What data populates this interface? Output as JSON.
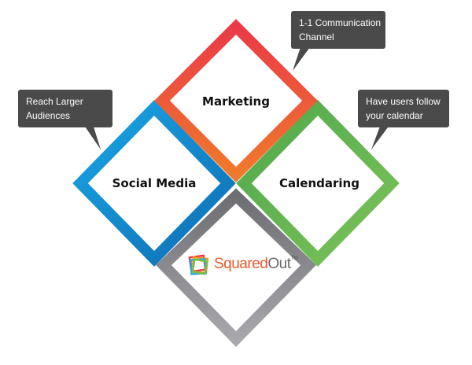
{
  "diagram": {
    "nodes": [
      {
        "id": "marketing",
        "label": "Marketing",
        "colors": [
          "#ea3a47",
          "#f07a2c"
        ]
      },
      {
        "id": "social",
        "label": "Social Media",
        "colors": [
          "#1aa6e4",
          "#0f6db4"
        ]
      },
      {
        "id": "calendaring",
        "label": "Calendaring",
        "colors": [
          "#7cc35a",
          "#4fa84b"
        ]
      },
      {
        "id": "squaredout",
        "label": "",
        "colors": [
          "#6e6e72",
          "#a8a8ac"
        ]
      }
    ],
    "callouts": [
      {
        "id": "marketing",
        "lines": [
          "1-1 Communication",
          "Channel"
        ]
      },
      {
        "id": "social",
        "lines": [
          "Reach Larger",
          "Audiences"
        ]
      },
      {
        "id": "calendaring",
        "lines": [
          "Have users follow",
          "your calendar"
        ]
      }
    ],
    "logo": {
      "squared": "Squared",
      "out": "Out",
      "tm": "TM",
      "squared_color": "#e85a2a",
      "out_color": "#6a6a6a",
      "icon_colors": [
        "#e8363f",
        "#f39a23",
        "#2aa6df",
        "#78be4a"
      ]
    }
  }
}
